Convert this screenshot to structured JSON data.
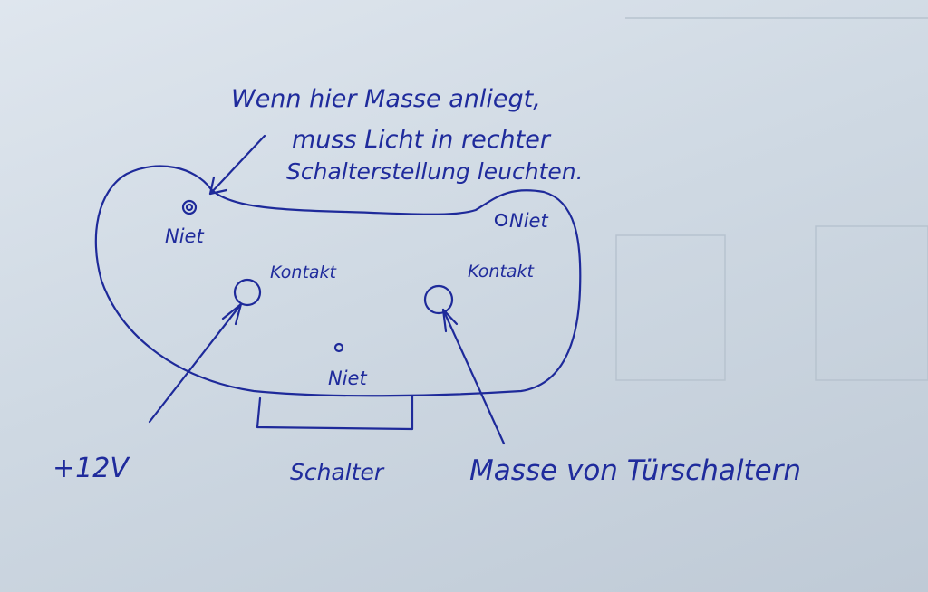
{
  "annotation": {
    "line1": "Wenn hier Masse anliegt,",
    "line2": "muss Licht in rechter",
    "line3": "Schalterstellung leuchten."
  },
  "labels": {
    "niet_top_left": "Niet",
    "niet_top_right": "Niet",
    "kontakt_left": "Kontakt",
    "kontakt_right": "Kontakt",
    "niet_bottom": "Niet",
    "plus_12v": "+12V",
    "schalter": "Schalter",
    "masse": "Masse von Türschaltern"
  },
  "colors": {
    "ink": "#1e2a9a",
    "paper": "#d3dce6"
  }
}
